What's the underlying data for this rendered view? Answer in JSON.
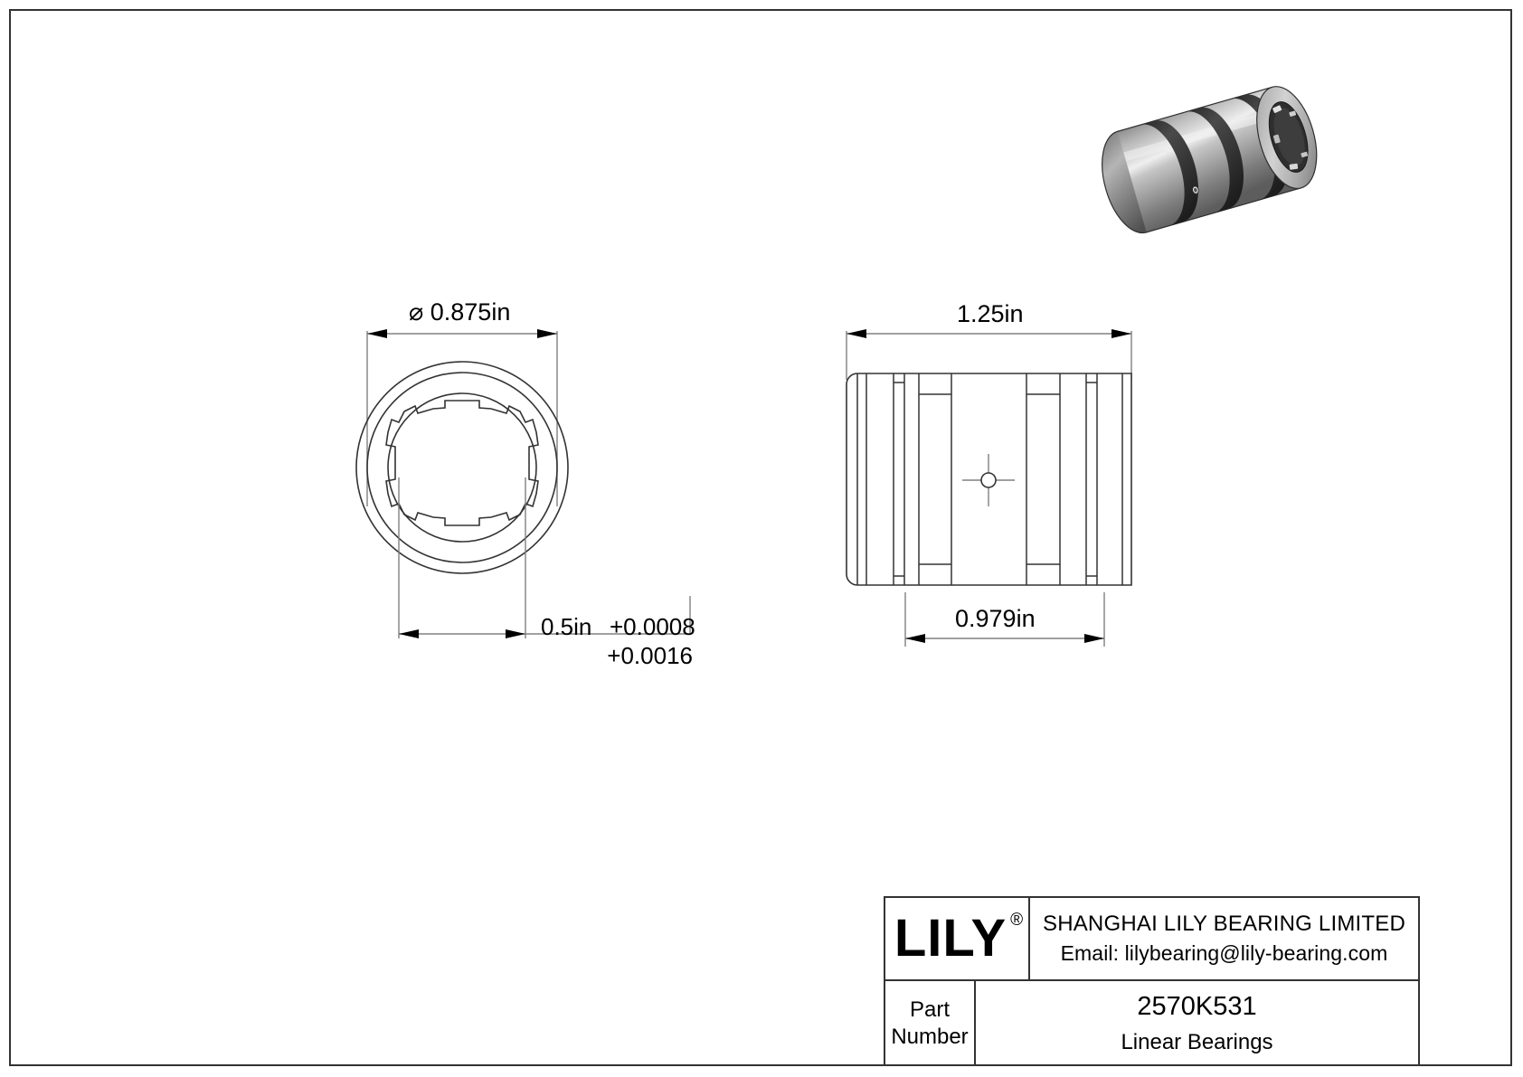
{
  "drawing": {
    "type": "engineering-drawing",
    "title_block": {
      "logo_text": "LILY",
      "logo_registered_mark": "®",
      "company_name": "SHANGHAI LILY BEARING LIMITED",
      "email": "Email: lilybearing@lily-bearing.com",
      "part_label_line1": "Part",
      "part_label_line2": "Number",
      "part_number": "2570K531",
      "part_category": "Linear Bearings"
    },
    "front_view": {
      "name": "front-section-view",
      "outer_diameter_dim": "⌀ 0.875in",
      "bore_dim": "0.5in",
      "bore_tolerance_upper": "+0.0016",
      "bore_tolerance_lower": "+0.0008"
    },
    "side_view": {
      "name": "side-view",
      "length_dim": "1.25in",
      "inner_length_dim": "0.979in"
    },
    "iso_view": {
      "name": "isometric-render",
      "description": "linear-ball-bearing-3d"
    },
    "colors": {
      "line": "#333333",
      "dim_line": "#808080",
      "text": "#000000",
      "metal_light": "#c9c9c9",
      "metal_mid": "#9a9a9a",
      "metal_dark": "#3a3a3a"
    }
  }
}
